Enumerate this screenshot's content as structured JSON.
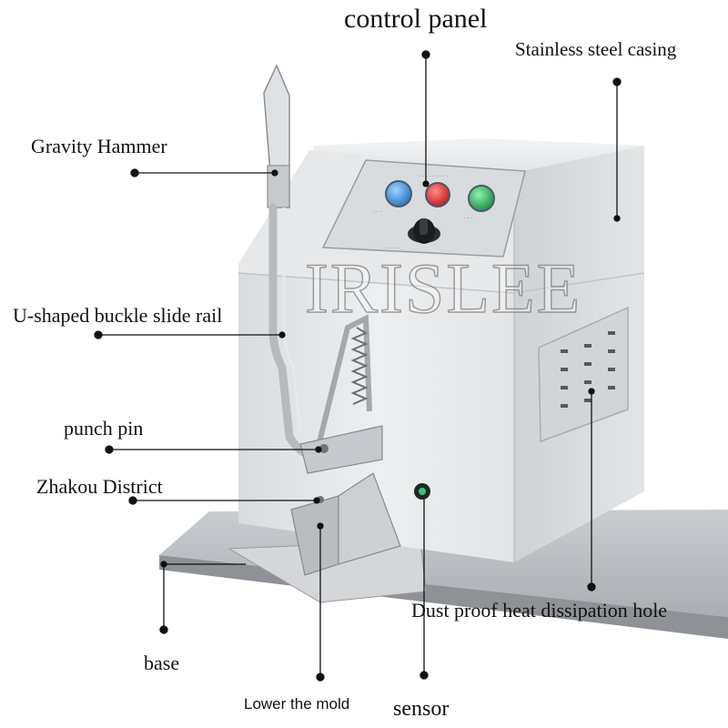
{
  "labels": {
    "control_panel": "control panel",
    "casing": "Stainless steel casing",
    "gravity_hammer": "Gravity Hammer",
    "slide_rail": "U-shaped buckle slide rail",
    "punch_pin": "punch pin",
    "zhakou": "Zhakou District",
    "dust_hole": "Dust proof heat dissipation hole",
    "base": "base",
    "lower_mold": "Lower the mold",
    "sensor": "sensor"
  },
  "watermark": "IRISLEE",
  "colors": {
    "button_blue": "#2e8ee0",
    "button_red": "#e02828",
    "button_green": "#23b05a",
    "leader_line": "#111111"
  }
}
